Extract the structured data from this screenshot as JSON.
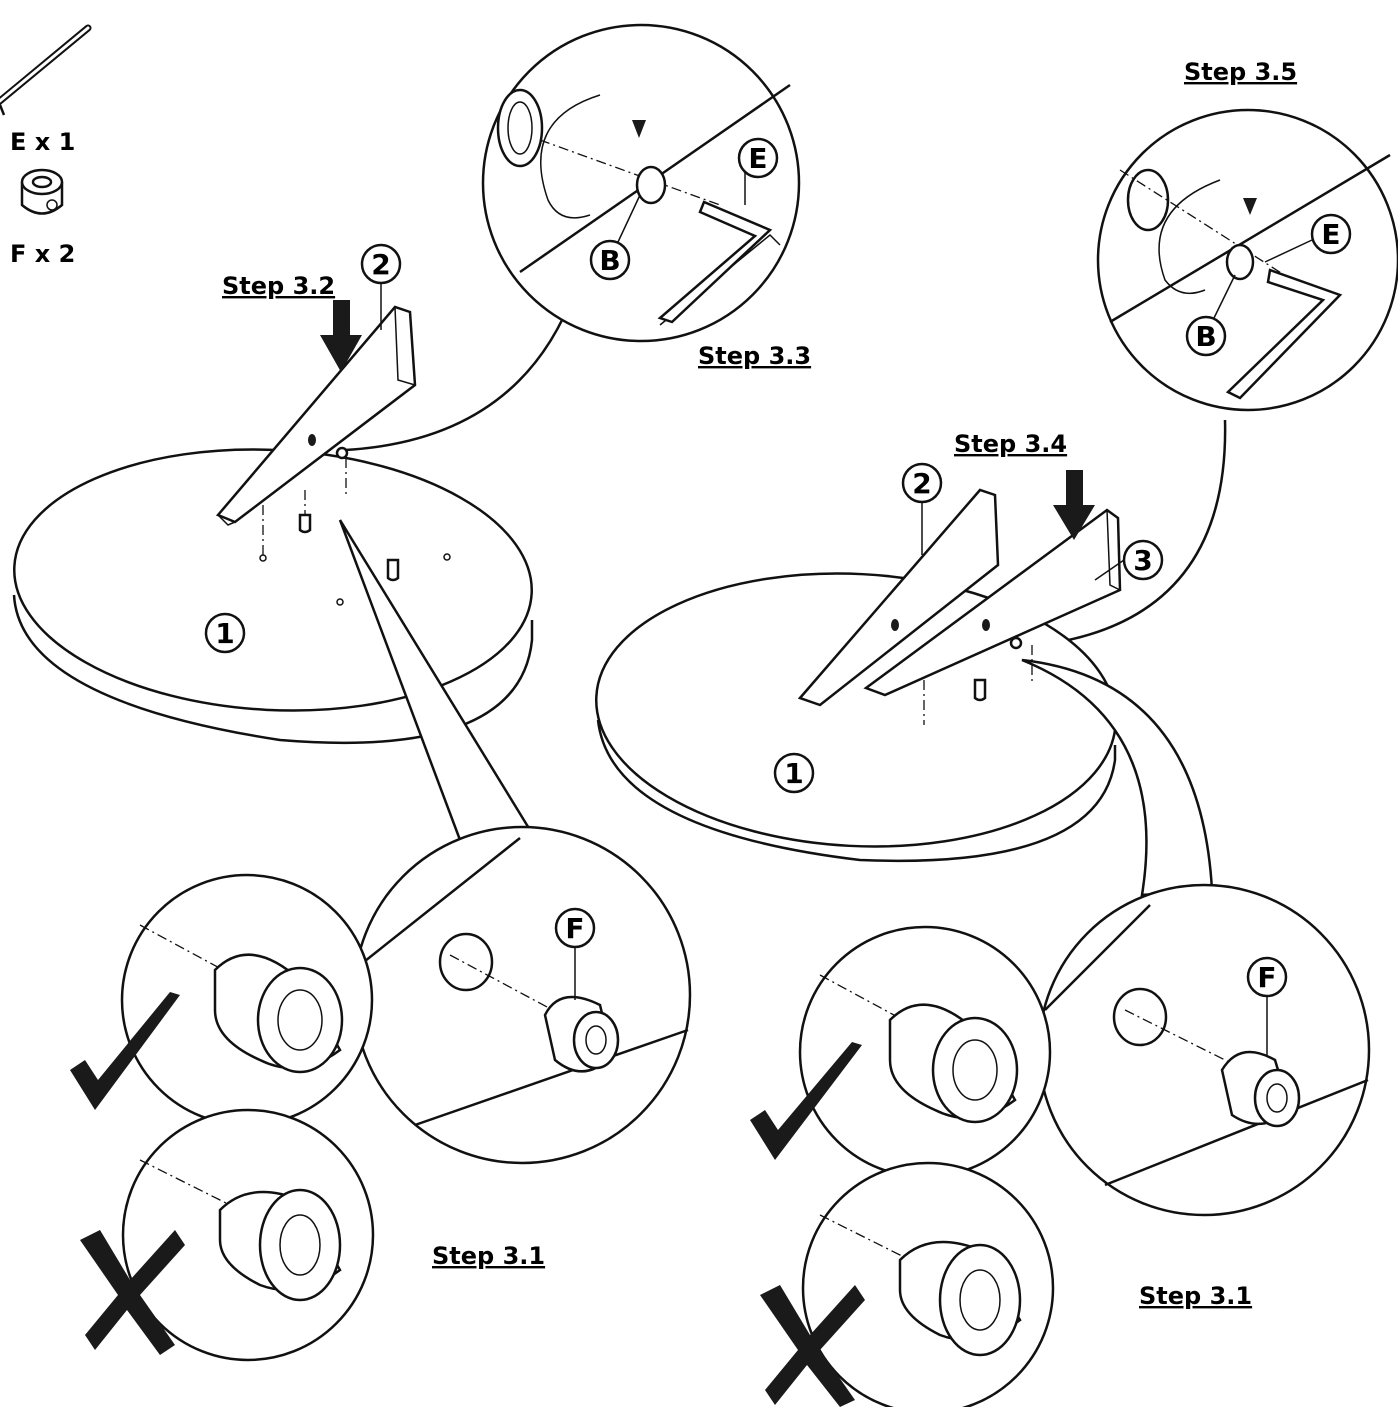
{
  "parts": {
    "allen_key_qty": "E x 1",
    "barrel_nut_qty": "F x 2"
  },
  "steps": {
    "left_step_3_2": "Step 3.2",
    "left_step_3_3": "Step 3.3",
    "left_step_3_1": "Step 3.1",
    "right_step_3_5": "Step 3.5",
    "right_step_3_4": "Step 3.4",
    "right_step_3_1": "Step 3.1"
  },
  "labels": {
    "top": "1",
    "leg_a": "2",
    "leg_b": "3",
    "screw": "B",
    "key": "E",
    "nut": "F"
  }
}
